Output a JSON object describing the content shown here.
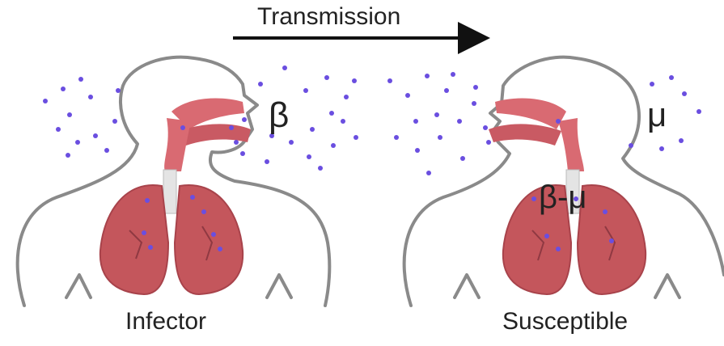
{
  "diagram": {
    "arrow_label": "Transmission",
    "symbols": {
      "beta": "β",
      "mu": "μ",
      "beta_minus_mu": "β-μ"
    },
    "people": {
      "left": "Infector",
      "right": "Susceptible"
    },
    "colors": {
      "outline": "#8a8a8a",
      "airway": "#d96a72",
      "lung": "#c4565c",
      "lung_dark": "#a8434b",
      "trachea": "#e4e4e4",
      "particle": "#6a4ee0"
    }
  }
}
